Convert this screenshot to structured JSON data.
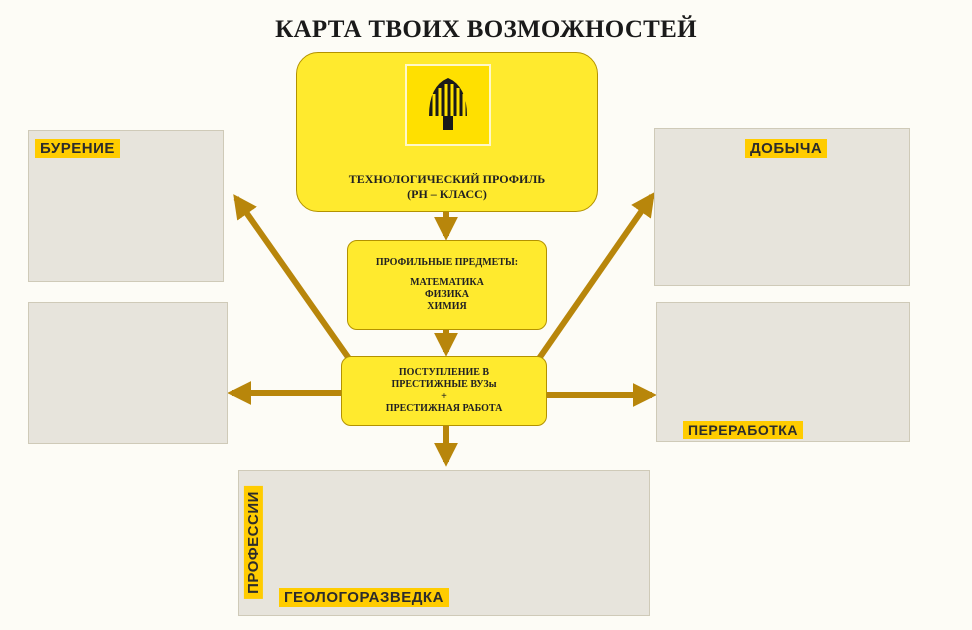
{
  "title": "КАРТА ТВОИХ ВОЗМОЖНОСТЕЙ",
  "profile_box": {
    "line1": "ТЕХНОЛОГИЧЕСКИЙ ПРОФИЛЬ",
    "line2": "(РН – КЛАСС)"
  },
  "subjects_box": {
    "heading": "ПРОФИЛЬНЫЕ ПРЕДМЕТЫ:",
    "items": [
      "МАТЕМАТИКА",
      "ФИЗИКА",
      "ХИМИЯ"
    ]
  },
  "outcome_box": {
    "line1": "ПОСТУПЛЕНИЕ В",
    "line2": "ПРЕСТИЖНЫЕ ВУЗы",
    "line3": "+",
    "line4": "ПРЕСТИЖНАЯ РАБОТА"
  },
  "photos": {
    "drilling": "БУРЕНИЕ",
    "production": "ДОБЫЧА",
    "refining": "ПЕРЕРАБОТКА",
    "geology": "ГЕОЛОГОРАЗВЕДКА",
    "professions": "ПРОФЕССИИ"
  },
  "colors": {
    "box_fill": "#ffea2e",
    "arrow": "#b8860b",
    "accent": "#ffcc00"
  }
}
